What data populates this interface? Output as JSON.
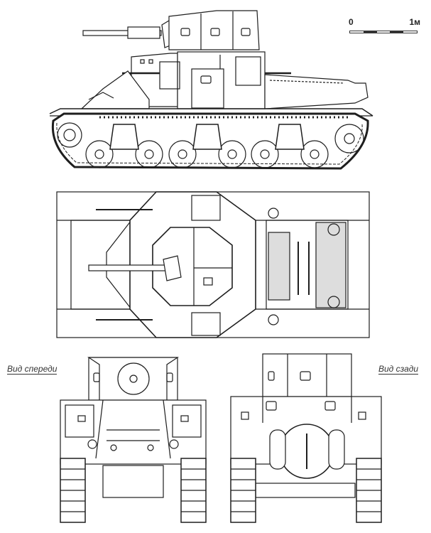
{
  "figure": {
    "subject": "tank-technical-drawing",
    "line_color": "#1e1e1e",
    "fill_color": "#ffffff"
  },
  "scale_bar": {
    "start_label": "0",
    "end_label": "1м",
    "segments": 5
  },
  "views": {
    "side": {
      "label": ""
    },
    "top": {
      "label": ""
    },
    "front": {
      "label": "Вид спереди"
    },
    "rear": {
      "label": "Вид сзади"
    }
  }
}
